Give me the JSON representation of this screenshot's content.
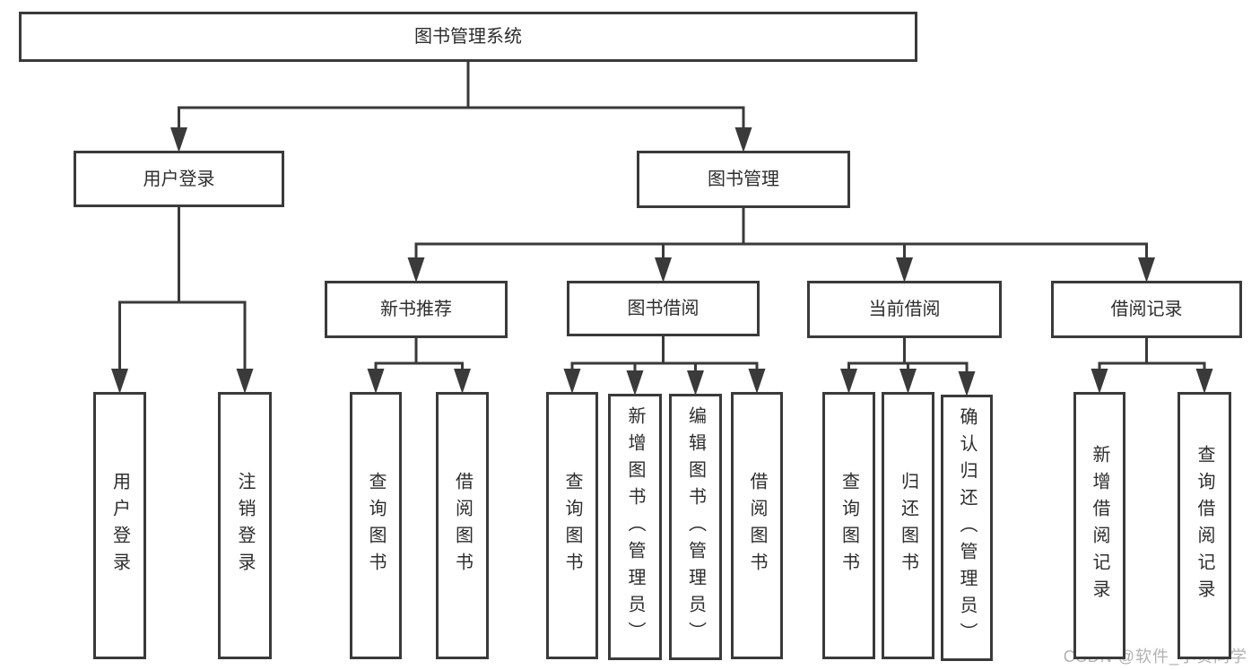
{
  "diagram": {
    "nodes": [
      {
        "id": "root",
        "label": "图书管理系统",
        "parent": null
      },
      {
        "id": "login",
        "label": "用户登录",
        "parent": "root"
      },
      {
        "id": "mgmt",
        "label": "图书管理",
        "parent": "root"
      },
      {
        "id": "newbook",
        "label": "新书推荐",
        "parent": "mgmt"
      },
      {
        "id": "borrow",
        "label": "图书借阅",
        "parent": "mgmt"
      },
      {
        "id": "current",
        "label": "当前借阅",
        "parent": "mgmt"
      },
      {
        "id": "records",
        "label": "借阅记录",
        "parent": "mgmt"
      },
      {
        "id": "u1",
        "label": "用户登录",
        "parent": "login"
      },
      {
        "id": "u2",
        "label": "注销登录",
        "parent": "login"
      },
      {
        "id": "a1",
        "label": "查询图书",
        "parent": "newbook"
      },
      {
        "id": "a2",
        "label": "借阅图书",
        "parent": "newbook"
      },
      {
        "id": "b1",
        "label": "查询图书",
        "parent": "borrow"
      },
      {
        "id": "b2",
        "label": "新增图书（管理员）",
        "parent": "borrow"
      },
      {
        "id": "b3",
        "label": "编辑图书（管理员）",
        "parent": "borrow"
      },
      {
        "id": "b4",
        "label": "借阅图书",
        "parent": "borrow"
      },
      {
        "id": "c1",
        "label": "查询图书",
        "parent": "current"
      },
      {
        "id": "c2",
        "label": "归还图书",
        "parent": "current"
      },
      {
        "id": "c3",
        "label": "确认归还（管理员）",
        "parent": "current"
      },
      {
        "id": "d1",
        "label": "新增借阅记录",
        "parent": "records"
      },
      {
        "id": "d2",
        "label": "查询借阅记录",
        "parent": "records"
      }
    ],
    "colors": {
      "line": "#3a3a3a",
      "box_background": "#ffffff",
      "text": "#2d2d2d",
      "watermark": "#b3b0b0"
    },
    "watermark": {
      "text": "CSDN @软件_小贺同学"
    }
  }
}
